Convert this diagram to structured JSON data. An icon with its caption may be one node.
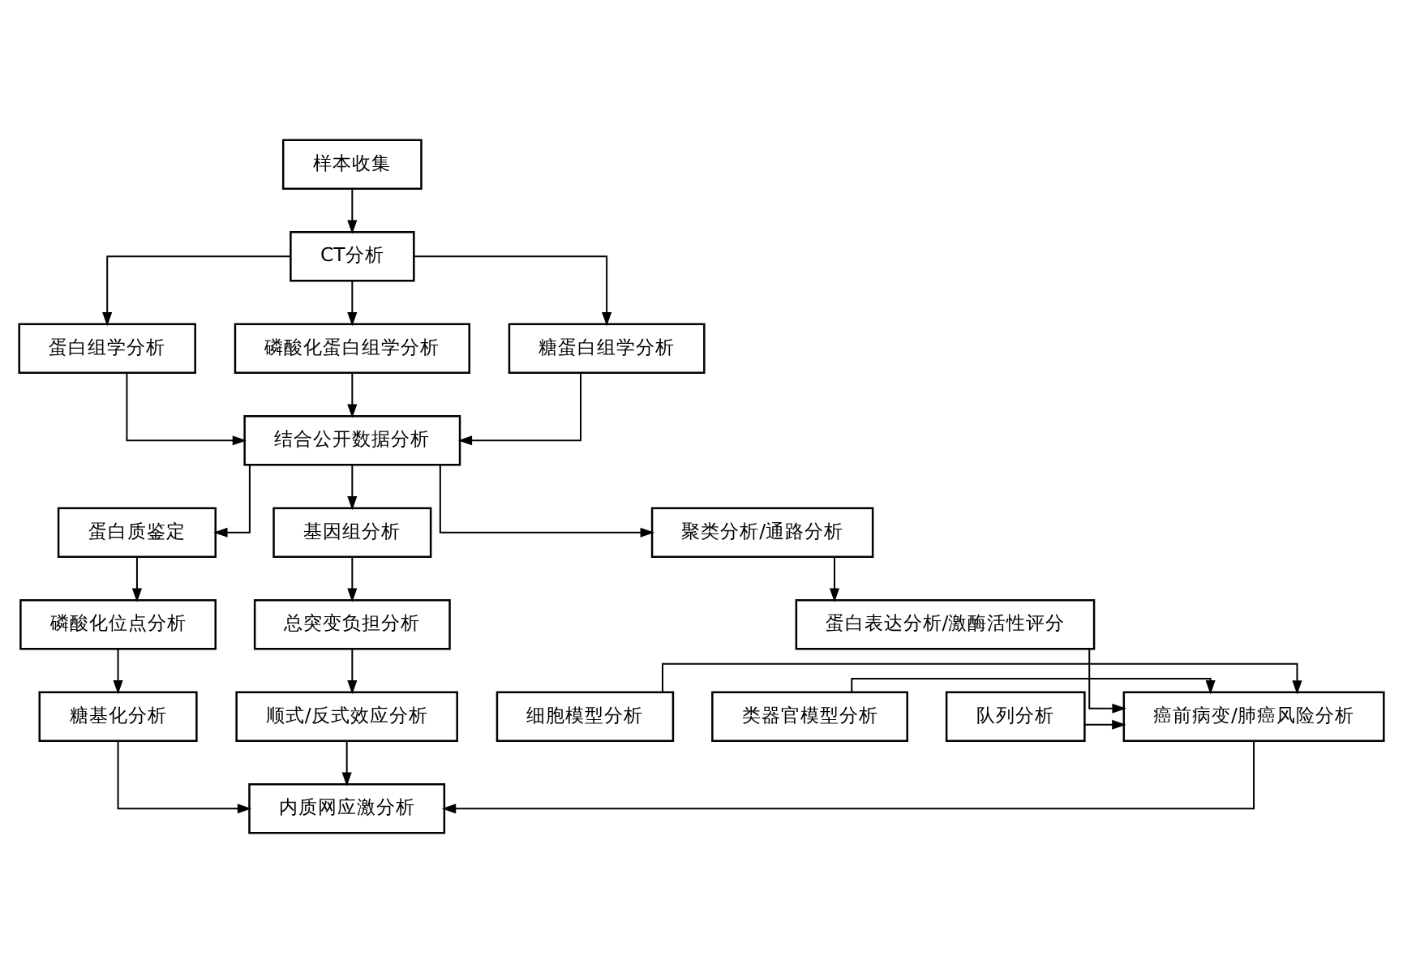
{
  "diagram": {
    "nodes": [
      {
        "text": [
          "样本收集"
        ]
      },
      {
        "text": [
          "CT分析"
        ]
      },
      {
        "text": [
          "蛋白组学分析"
        ]
      },
      {
        "text": [
          "磷酸化蛋白组学分析"
        ]
      },
      {
        "text": [
          "糖蛋白组学分析"
        ]
      },
      {
        "text": [
          "结合公开数据分析"
        ]
      },
      {
        "text": [
          "蛋白质鉴定"
        ]
      },
      {
        "text": [
          "基因组分析"
        ]
      },
      {
        "text": [
          "聚类分析/通路分析"
        ]
      },
      {
        "text": [
          "磷酸化位点分析"
        ]
      },
      {
        "text": [
          "总突变负担分析"
        ]
      },
      {
        "text": [
          "蛋白表达分析/激酶活性评分"
        ]
      },
      {
        "text": [
          "糖基化分析"
        ]
      },
      {
        "text": [
          "顺式/反式效应分析"
        ]
      },
      {
        "text": [
          "癌前病变/肺癌风险分析"
        ]
      },
      {
        "text": [
          "细胞模型分析"
        ]
      },
      {
        "text": [
          "类器官模型分析"
        ]
      },
      {
        "text": [
          "队列分析"
        ]
      },
      {
        "text": [
          "内质网应激分析"
        ]
      }
    ],
    "edges": [
      {
        "from": 0,
        "to": 1,
        "arrow": "to"
      },
      {
        "from": 1,
        "to": 2,
        "arrow": "to"
      },
      {
        "from": 1,
        "to": 3,
        "arrow": "to"
      },
      {
        "from": 1,
        "to": 4,
        "arrow": "to"
      },
      {
        "from": 2,
        "to": 5,
        "arrow": "to"
      },
      {
        "from": 3,
        "to": 5,
        "arrow": "to"
      },
      {
        "from": 4,
        "to": 5,
        "arrow": "to"
      },
      {
        "from": 5,
        "to": 6,
        "arrow": "to"
      },
      {
        "from": 5,
        "to": 7,
        "arrow": "to"
      },
      {
        "from": 5,
        "to": 8,
        "arrow": "to"
      },
      {
        "from": 6,
        "to": 9,
        "arrow": "to"
      },
      {
        "from": 7,
        "to": 10,
        "arrow": "to"
      },
      {
        "from": 8,
        "to": 11,
        "arrow": "to"
      },
      {
        "from": 9,
        "to": 12,
        "arrow": "to"
      },
      {
        "from": 10,
        "to": 13,
        "arrow": "to"
      },
      {
        "from": 11,
        "to": 14,
        "arrow": "to"
      },
      {
        "from": 15,
        "to": 14,
        "arrow": "to"
      },
      {
        "from": 16,
        "to": 14,
        "arrow": "to"
      },
      {
        "from": 17,
        "to": 14,
        "arrow": "to"
      },
      {
        "from": 12,
        "to": 18,
        "arrow": "to"
      },
      {
        "from": 13,
        "to": 18,
        "arrow": "to"
      },
      {
        "from": 14,
        "to": 18,
        "arrow": "to"
      }
    ]
  }
}
